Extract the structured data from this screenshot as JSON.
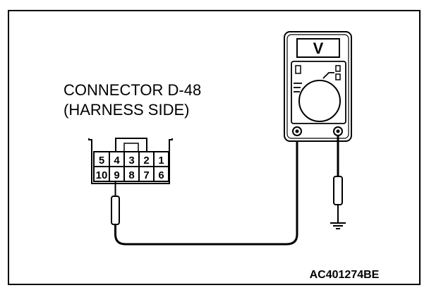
{
  "connector": {
    "title_line1": "CONNECTOR D-48",
    "title_line2": "(HARNESS SIDE)",
    "top_row": [
      "5",
      "4",
      "3",
      "2",
      "1"
    ],
    "bottom_row": [
      "10",
      "9",
      "8",
      "7",
      "6"
    ]
  },
  "meter": {
    "mode_symbol": "V"
  },
  "figure_code": "AC401274BE",
  "colors": {
    "ink": "#000000",
    "paper": "#ffffff"
  }
}
